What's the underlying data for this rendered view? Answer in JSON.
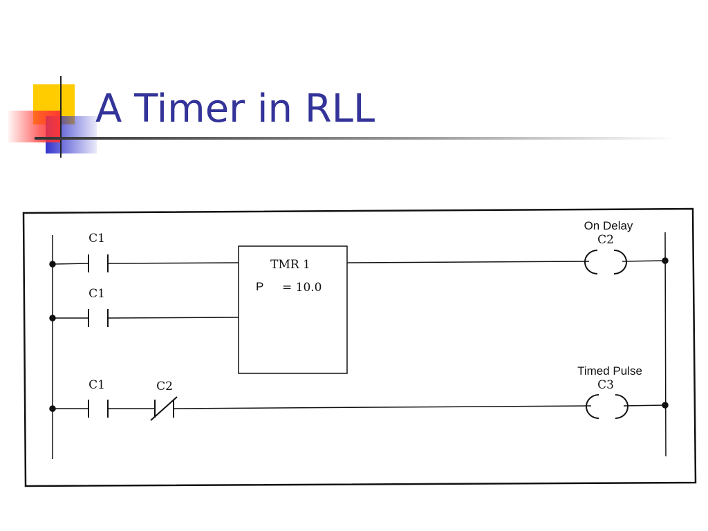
{
  "slide": {
    "title": "A Timer in RLL",
    "title_color": "#333399",
    "accent_colors": {
      "yellow": "#ffcc00",
      "red": "#ff3333",
      "blue": "#3333cc"
    }
  },
  "diagram": {
    "rungs": [
      {
        "contacts": [
          {
            "label": "C1",
            "type": "normally-open"
          }
        ]
      },
      {
        "contacts": [
          {
            "label": "C1",
            "type": "normally-open"
          }
        ]
      },
      {
        "contacts": [
          {
            "label": "C1",
            "type": "normally-open"
          },
          {
            "label": "C2",
            "type": "normally-closed"
          }
        ]
      }
    ],
    "timer": {
      "name": "TMR 1",
      "preset_label": "P",
      "preset_value": "= 10.0"
    },
    "coils": [
      {
        "caption": "On Delay",
        "label": "C2"
      },
      {
        "caption": "Timed Pulse",
        "label": "C3"
      }
    ]
  }
}
